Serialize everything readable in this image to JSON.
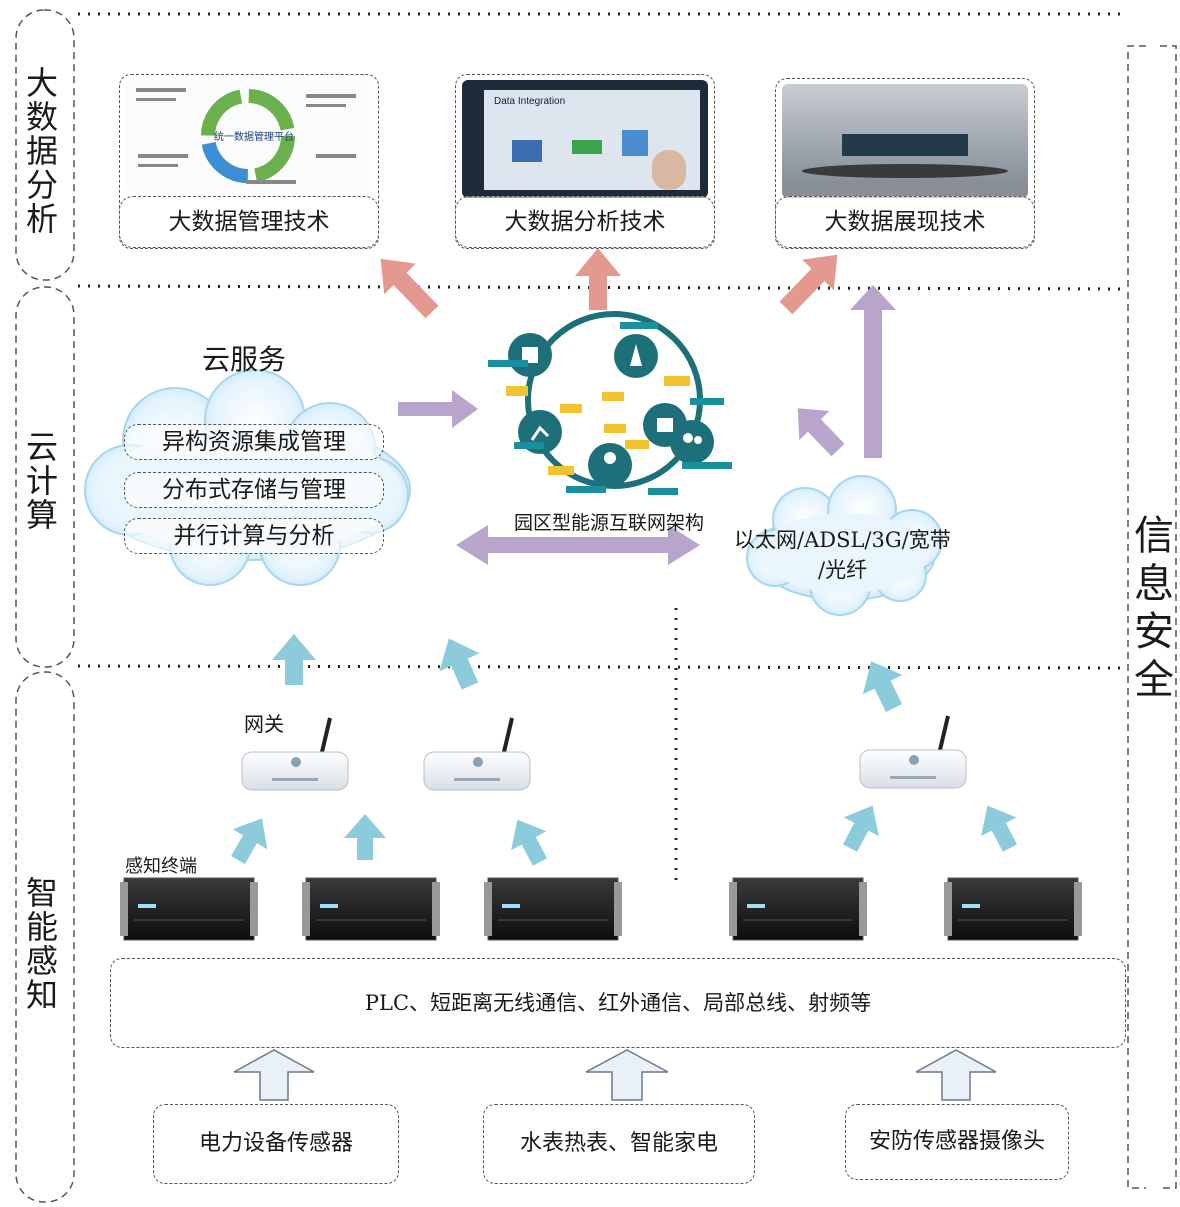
{
  "layers": {
    "big_data": "大数据分析",
    "cloud": "云计算",
    "sensing": "智能感知",
    "security": "信息安全"
  },
  "big_data_boxes": [
    {
      "label": "大数据管理技术"
    },
    {
      "label": "大数据分析技术"
    },
    {
      "label": "大数据展现技术"
    }
  ],
  "cloud_service": {
    "title": "云服务",
    "items": [
      "异构资源集成管理",
      "分布式存储与管理",
      "并行计算与分析"
    ]
  },
  "energy_internet": {
    "caption": "园区型能源互联网架构"
  },
  "network": {
    "line1": "以太网/ADSL/3G/宽带",
    "line2": "/光纤"
  },
  "gateway_label": "网关",
  "terminal_label": "感知终端",
  "protocols": "PLC、短距离无线通信、红外通信、局部总线、射频等",
  "sensors": [
    "电力设备传感器",
    "水表热表、智能家电",
    "安防传感器摄像头"
  ],
  "thumb_texts": {
    "mgmt_center": "统一数据管理平台",
    "analysis_screen_title": "Data Integration"
  },
  "colors": {
    "red_arrow": "#e3998f",
    "purple_arrow": "#b9a5cc",
    "blue_arrow": "#8ccbdc",
    "input_arrow_fill": "#eaf0f7",
    "cloud_fill": "#d8eefb"
  }
}
